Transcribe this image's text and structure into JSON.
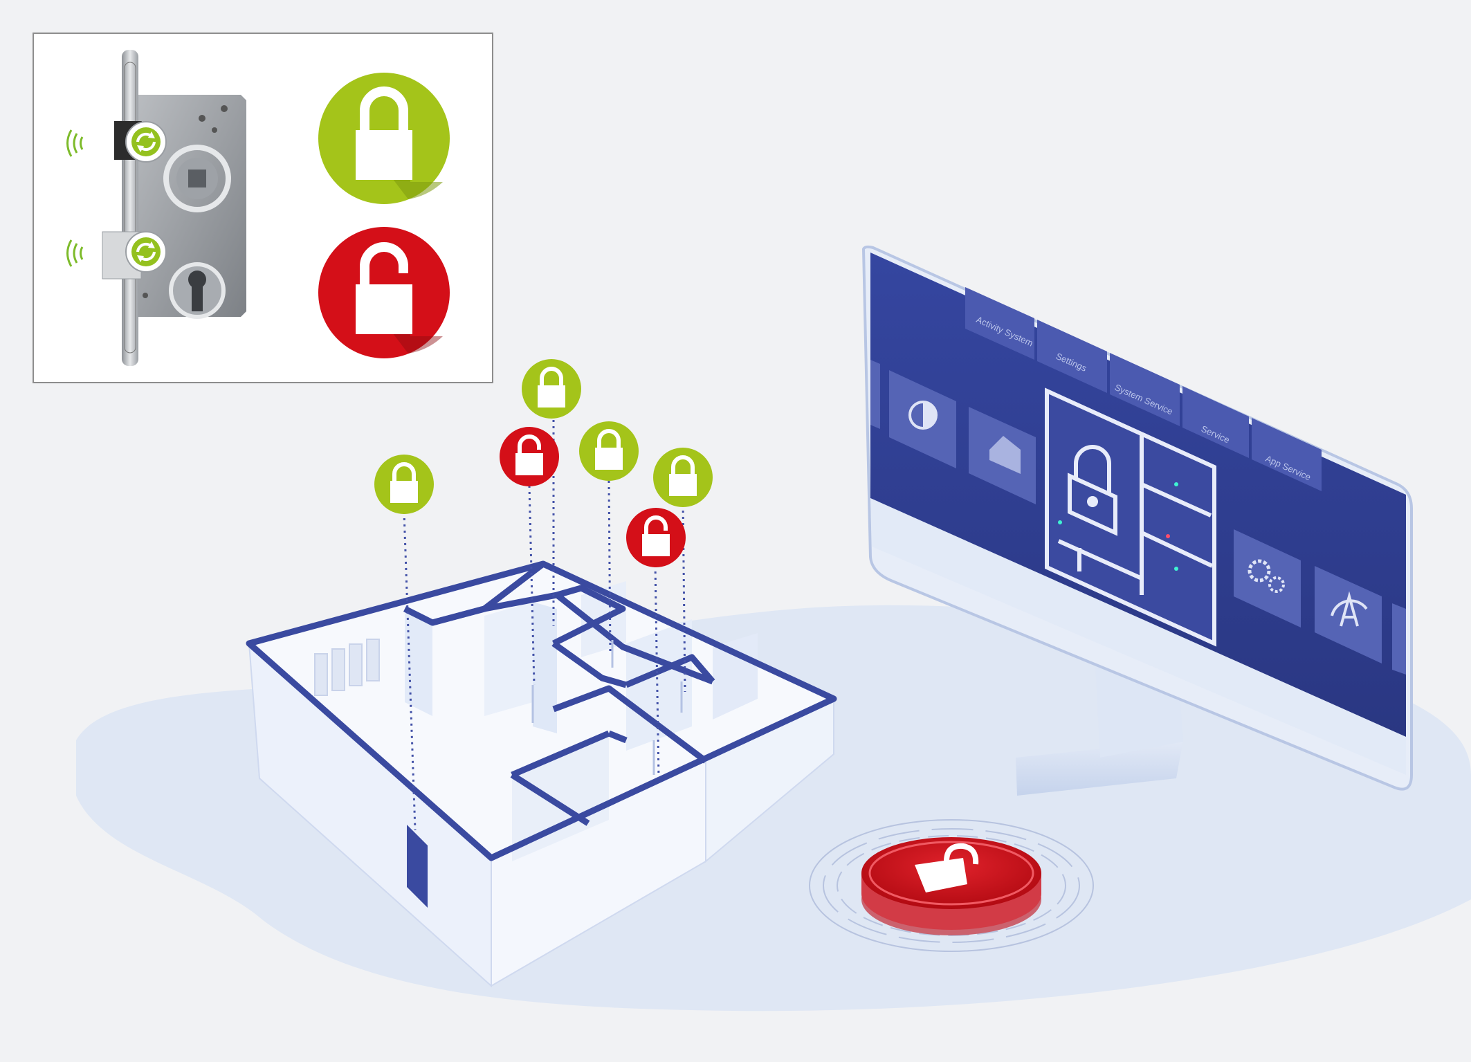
{
  "colors": {
    "background": "#f1f2f4",
    "floor_shadow": "#dde6f3",
    "locked_green": "#a4c41a",
    "unlocked_red": "#d40f18",
    "plan_blue": "#3a4aa0",
    "screen_blue": "#2f3d8f",
    "wall_fill": "#f4f7fc"
  },
  "legend": {
    "locked_icon": "locked-padlock-icon",
    "unlocked_icon": "unlocked-padlock-icon",
    "lock_device_icons": [
      "wireless-signal-icon",
      "sync-icon"
    ]
  },
  "monitor": {
    "tabs": [
      {
        "label": "Activity System"
      },
      {
        "label": "Settings"
      },
      {
        "label": "System Service"
      },
      {
        "label": "Service"
      },
      {
        "label": "App Service"
      }
    ],
    "tiles": [
      {
        "icon": "contrast-icon"
      },
      {
        "icon": "house-icon"
      },
      {
        "icon": "floorplan-lock-icon"
      },
      {
        "icon": "gears-icon"
      },
      {
        "icon": "compass-icon"
      }
    ]
  },
  "markers": [
    {
      "state": "locked",
      "icon": "locked-padlock-icon"
    },
    {
      "state": "locked",
      "icon": "locked-padlock-icon"
    },
    {
      "state": "unlocked",
      "icon": "unlocked-padlock-icon"
    },
    {
      "state": "locked",
      "icon": "locked-padlock-icon"
    },
    {
      "state": "locked",
      "icon": "locked-padlock-icon"
    },
    {
      "state": "unlocked",
      "icon": "unlocked-padlock-icon"
    }
  ],
  "emergency_button": {
    "state": "unlocked",
    "icon": "unlocked-padlock-icon"
  }
}
